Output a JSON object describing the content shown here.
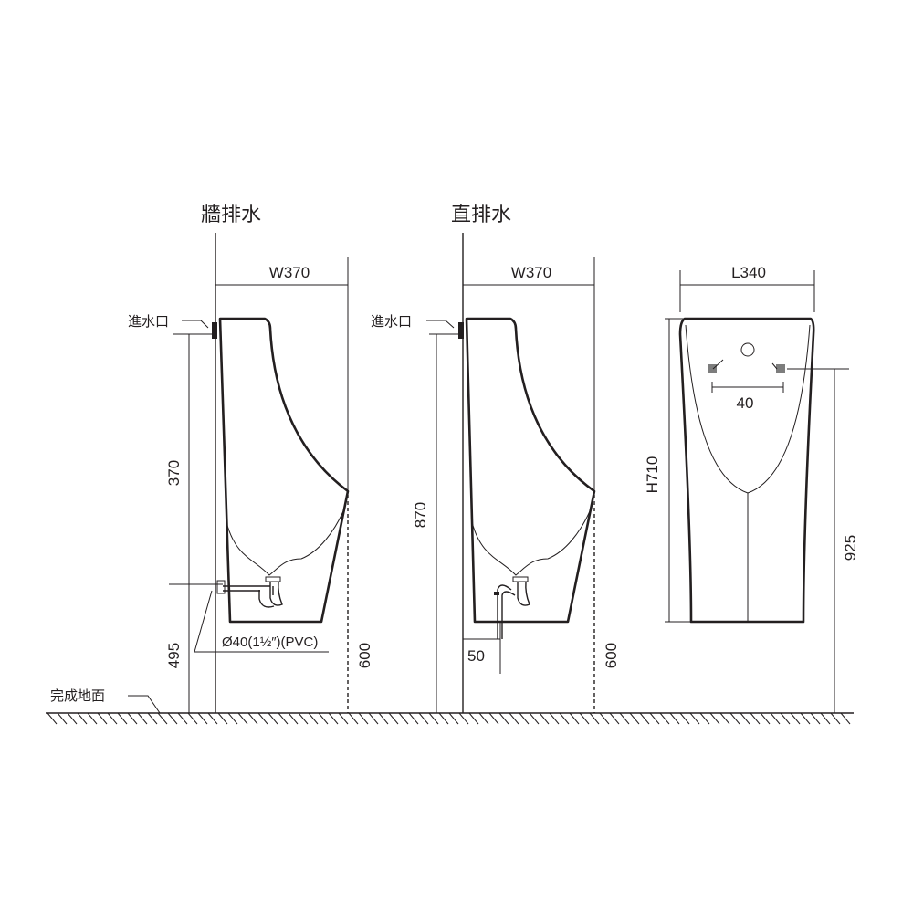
{
  "views": {
    "wall_drain": {
      "title": "牆排水",
      "inlet_label": "進水口",
      "width_dim": "W370",
      "inlet_height_dim": "370",
      "outlet_height_dim": "495",
      "front_height_dim": "600",
      "pipe_label": "Ø40(1½″)(PVC)"
    },
    "floor_drain": {
      "title": "直排水",
      "inlet_label": "進水口",
      "width_dim": "W370",
      "inlet_height_dim": "870",
      "offset_dim": "50",
      "front_height_dim": "600"
    },
    "front_view": {
      "length_dim": "L340",
      "height_dim": "H710",
      "spacing_dim": "40",
      "top_height_dim": "925"
    }
  },
  "floor_label": "完成地面"
}
